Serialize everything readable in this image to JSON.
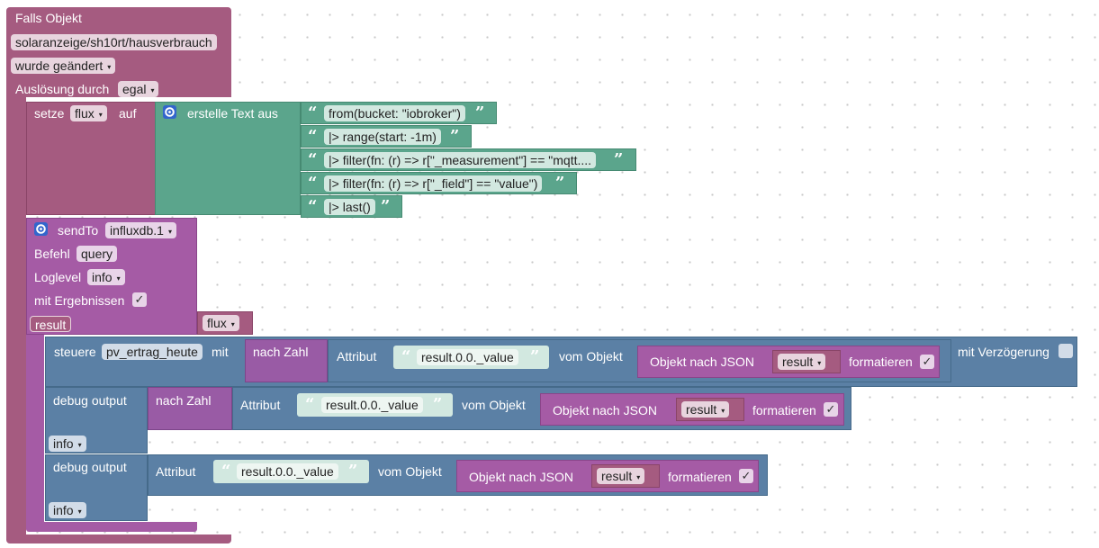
{
  "trigger": {
    "title": "Falls Objekt",
    "object_id": "solaranzeige/sh10rt/hausverbrauch",
    "condition": "wurde geändert",
    "trigger_by_label": "Auslösung durch",
    "trigger_by_value": "egal"
  },
  "set_var": {
    "label": "setze",
    "var": "flux",
    "on": "auf"
  },
  "text_join": {
    "label": "erstelle Text aus",
    "lines": [
      "from(bucket: \"iobroker\")",
      "|> range(start: -1m)",
      "|> filter(fn: (r) => r[\"_measurement\"] == \"mqtt....",
      "|> filter(fn: (r) => r[\"_field\"] == \"value\")",
      "|> last()"
    ]
  },
  "sendto": {
    "label": "sendTo",
    "instance": "influxdb.1",
    "command_label": "Befehl",
    "command": "query",
    "loglevel_label": "Loglevel",
    "loglevel": "info",
    "results_label": "mit Ergebnissen",
    "result_var": "result",
    "flux_var": "flux"
  },
  "control": {
    "label": "steuere",
    "state": "pv_ertrag_heute",
    "with": "mit",
    "to_number": "nach Zahl",
    "attribute": "Attribut",
    "path": "result.0.0._value",
    "from_object": "vom Objekt",
    "obj_to_json": "Objekt nach JSON",
    "result": "result",
    "format": "formatieren",
    "delay": "mit Verzögerung"
  },
  "debug1": {
    "label": "debug output",
    "to_number": "nach Zahl",
    "attribute": "Attribut",
    "path": "result.0.0._value",
    "from_object": "vom Objekt",
    "obj_to_json": "Objekt nach JSON",
    "result": "result",
    "format": "formatieren",
    "level": "info"
  },
  "debug2": {
    "label": "debug output",
    "attribute": "Attribut",
    "path": "result.0.0._value",
    "from_object": "vom Objekt",
    "obj_to_json": "Objekt nach JSON",
    "result": "result",
    "format": "formatieren",
    "level": "info"
  },
  "icons": {
    "checkmark": "✓",
    "dropdown": "▾",
    "quote_open": "“",
    "quote_close": "”"
  },
  "colors": {
    "event_block": "#a55b80",
    "sendto_block": "#a55ba5",
    "text_block": "#5ba58c",
    "control_block": "#5b80a5",
    "number_block": "#995ba5",
    "var_block": "#a55b80"
  }
}
